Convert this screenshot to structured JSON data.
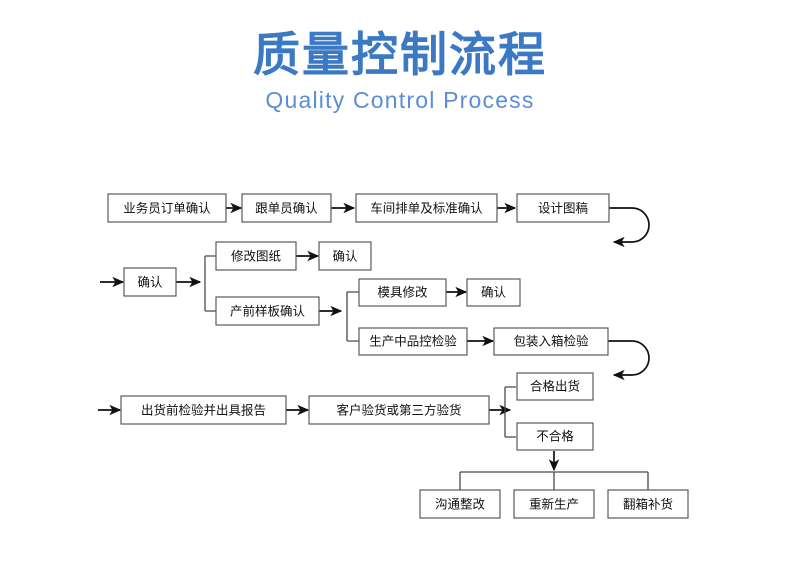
{
  "header": {
    "title": "质量控制流程",
    "subtitle": "Quality Control Process",
    "title_color": "#3b79c4",
    "subtitle_color": "#5a8ed6"
  },
  "diagram": {
    "type": "flowchart",
    "box_border_color": "#5a5a5a",
    "connector_color": "#111111",
    "rows": [
      {
        "row": 1,
        "nodes": [
          "业务员订单确认",
          "跟单员确认",
          "车间排单及标准确认",
          "设计图稿"
        ]
      },
      {
        "row": 2,
        "nodes": [
          "确认",
          "修改图纸",
          "确认",
          "产前样板确认",
          "模具修改",
          "确认",
          "生产中品控检验",
          "包装入箱检验"
        ]
      },
      {
        "row": 3,
        "nodes": [
          "出货前检验并出具报告",
          "客户验货或第三方验货",
          "合格出货",
          "不合格"
        ]
      },
      {
        "row": 4,
        "nodes": [
          "沟通整改",
          "重新生产",
          "翻箱补货"
        ]
      }
    ],
    "nodes": {
      "n1": "业务员订单确认",
      "n2": "跟单员确认",
      "n3": "车间排单及标准确认",
      "n4": "设计图稿",
      "n5": "确认",
      "n6": "修改图纸",
      "n7": "确认",
      "n8": "产前样板确认",
      "n9": "模具修改",
      "n10": "确认",
      "n11": "生产中品控检验",
      "n12": "包装入箱检验",
      "n13": "出货前检验并出具报告",
      "n14": "客户验货或第三方验货",
      "n15": "合格出货",
      "n16": "不合格",
      "n17": "沟通整改",
      "n18": "重新生产",
      "n19": "翻箱补货"
    }
  }
}
